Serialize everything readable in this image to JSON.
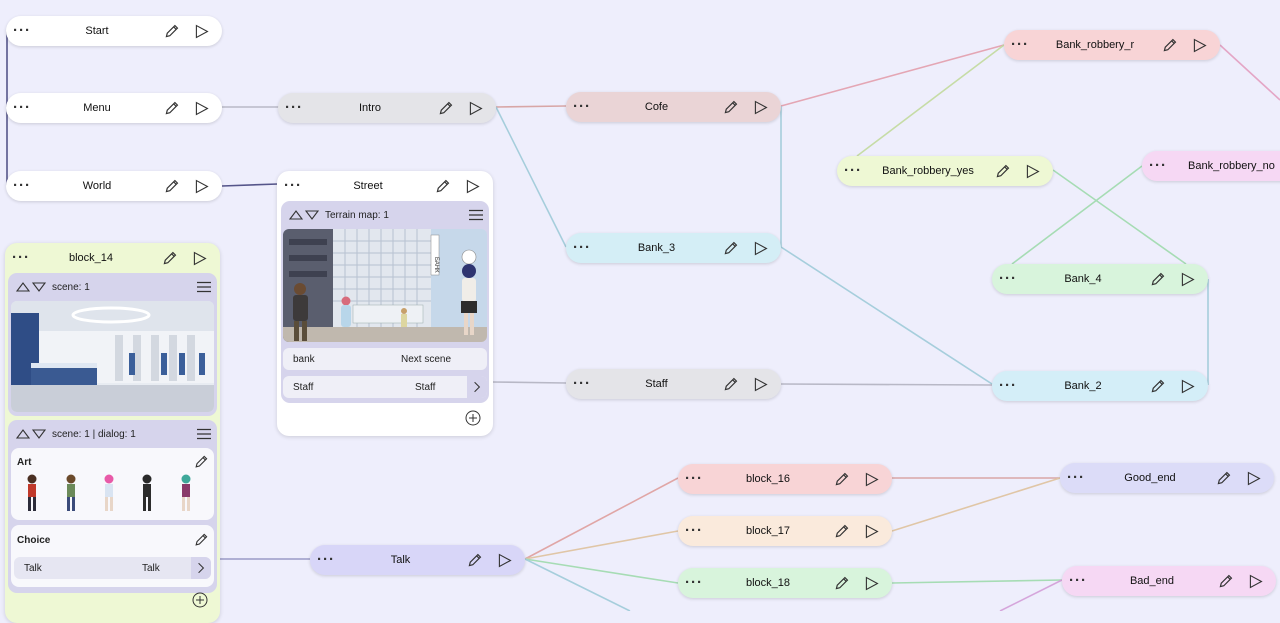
{
  "nodes": {
    "start": "Start",
    "menu": "Menu",
    "world": "World",
    "intro": "Intro",
    "street": "Street",
    "cofe": "Cofe",
    "bank_3": "Bank_3",
    "staff": "Staff",
    "bank_robbery_r": "Bank_robbery_r",
    "bank_robbery_yes": "Bank_robbery_yes",
    "bank_robbery_no": "Bank_robbery_no",
    "bank_4": "Bank_4",
    "bank_2": "Bank_2",
    "block_14": "block_14",
    "block_16": "block_16",
    "block_17": "block_17",
    "block_18": "block_18",
    "good_end": "Good_end",
    "bad_end": "Bad_end",
    "talk": "Talk"
  },
  "street_panel": {
    "terrain_label": "Terrain map: 1",
    "rows": [
      {
        "left": "bank",
        "right": "Next scene"
      },
      {
        "left": "Staff",
        "right": "Staff"
      }
    ],
    "sign_text": "БАНК"
  },
  "block14_panel": {
    "scene_label": "scene: 1",
    "dialog_label": "scene: 1 | dialog: 1",
    "art_title": "Art",
    "choice_title": "Choice",
    "choice_row": {
      "left": "Talk",
      "right": "Talk"
    }
  },
  "icons": [
    "dots-menu-icon",
    "pencil-icon",
    "play-icon",
    "up-triangle-icon",
    "down-triangle-icon",
    "hamburger-icon",
    "chevron-right-icon",
    "plus-circle-icon"
  ]
}
